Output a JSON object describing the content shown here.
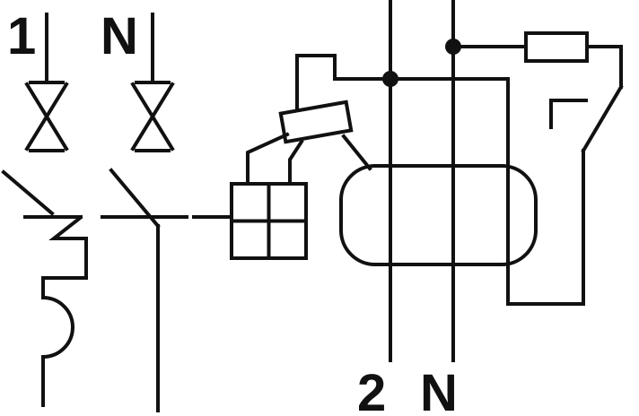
{
  "colors": {
    "line": "#111111",
    "background": "#ffffff"
  },
  "terminals": {
    "top_left": "1",
    "top_right": "N",
    "bottom_left": "2",
    "bottom_right": "N"
  },
  "components": {
    "pole_1": "breaker-pole-contact-with-x-marks",
    "pole_n": "breaker-pole-contact-with-x-marks",
    "overcurrent_release": "thermal-overcurrent-release-hook",
    "trip_relay": "residual-current-trip-relay-square",
    "current_transformer": "toroidal-current-transformer",
    "secondary_winding": "ct-secondary-winding",
    "test_resistor": "test-resistor",
    "test_switch": "test-button-contact",
    "junctions": "solder-dot-junctions"
  }
}
